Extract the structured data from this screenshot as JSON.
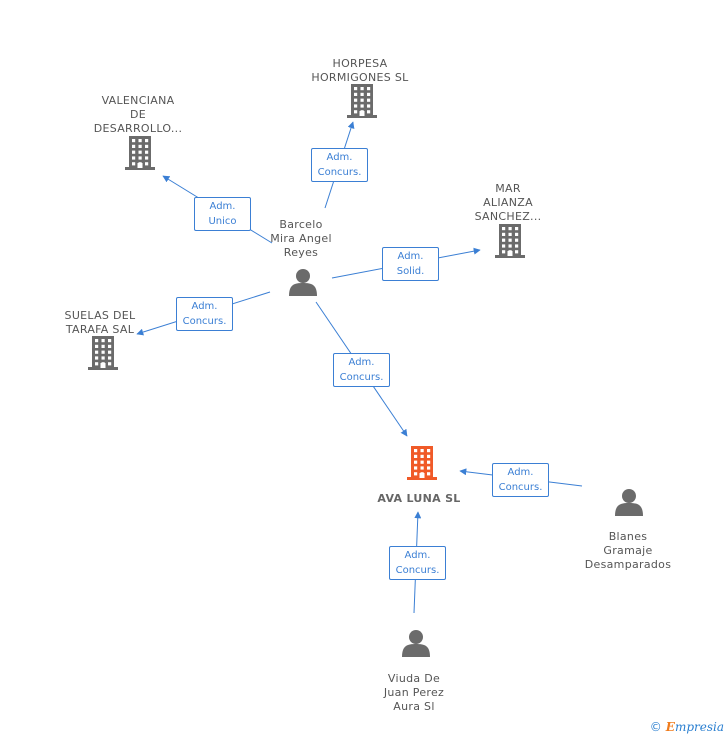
{
  "nodes": [
    {
      "id": "horpesa",
      "type": "company",
      "label": "HORPESA\nHORMIGONES SL",
      "color": "#6b6b6b"
    },
    {
      "id": "valenciana",
      "type": "company",
      "label": "VALENCIANA\nDE\nDESARROLLO...",
      "color": "#6b6b6b"
    },
    {
      "id": "mar",
      "type": "company",
      "label": "MAR\nALIANZA\nSANCHEZ...",
      "color": "#6b6b6b"
    },
    {
      "id": "suelas",
      "type": "company",
      "label": "SUELAS DEL\nTARAFA SAL",
      "color": "#6b6b6b"
    },
    {
      "id": "ava",
      "type": "company",
      "label": "AVA LUNA SL",
      "color": "#f05a28",
      "focus": true
    },
    {
      "id": "barcelo",
      "type": "person",
      "label": "Barcelo\nMira Angel\nReyes",
      "color": "#6b6b6b"
    },
    {
      "id": "blanes",
      "type": "person",
      "label": "Blanes\nGramaje\nDesamparados",
      "color": "#6b6b6b"
    },
    {
      "id": "viuda",
      "type": "person",
      "label": "Viuda De\nJuan Perez\nAura Sl",
      "color": "#6b6b6b"
    }
  ],
  "edges": [
    {
      "from": "barcelo",
      "to": "horpesa",
      "line1": "Adm.",
      "line2": "Concurs."
    },
    {
      "from": "barcelo",
      "to": "valenciana",
      "line1": "Adm.",
      "line2": "Unico"
    },
    {
      "from": "barcelo",
      "to": "mar",
      "line1": "Adm.",
      "line2": "Solid."
    },
    {
      "from": "barcelo",
      "to": "suelas",
      "line1": "Adm.",
      "line2": "Concurs."
    },
    {
      "from": "barcelo",
      "to": "ava",
      "line1": "Adm.",
      "line2": "Concurs."
    },
    {
      "from": "blanes",
      "to": "ava",
      "line1": "Adm.",
      "line2": "Concurs."
    },
    {
      "from": "viuda",
      "to": "ava",
      "line1": "Adm.",
      "line2": "Concurs."
    }
  ],
  "colors": {
    "edge": "#3b7fd4",
    "icon": "#6b6b6b",
    "focus": "#f05a28"
  },
  "footer": {
    "copyright": "©",
    "brand_first": "E",
    "brand_rest": "mpresia"
  }
}
